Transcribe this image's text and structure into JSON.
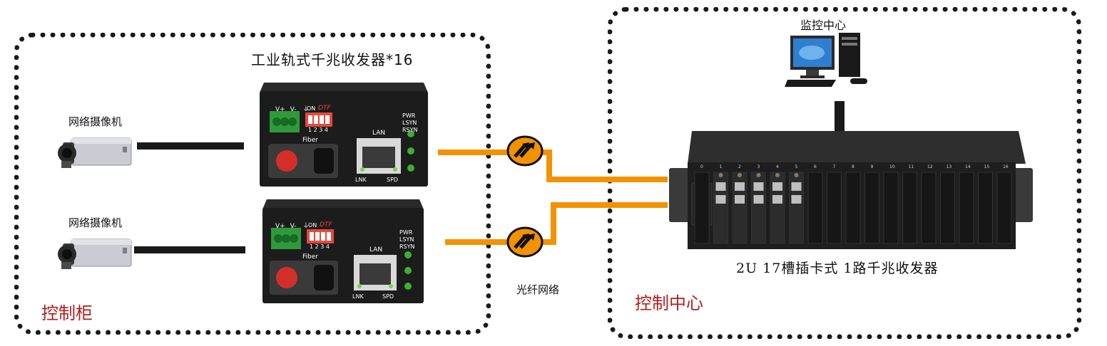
{
  "zones": {
    "left_label": "控制柜",
    "right_label": "控制中心"
  },
  "labels": {
    "transceiver_group": "工业轨式千兆收发器*16",
    "camera_top": "网络摄像机",
    "camera_bottom": "网络摄像机",
    "monitor": "监控中心",
    "chassis": "2U 17槽插卡式 1路千兆收发器",
    "fiber_network": "光纤网络"
  },
  "device_panel": {
    "power_pins": [
      "V+",
      "V-",
      "⏚"
    ],
    "dip_on": "ON",
    "dip_numbers": "1 2 3 4",
    "dip_brand": "DTF",
    "fiber_port": "Fiber",
    "lan_port": "LAN",
    "led_labels": [
      "PWR",
      "LSYN",
      "RSYN"
    ],
    "lnk": "LNK",
    "spd": "SPD"
  },
  "chassis_slots": [
    "0",
    "1",
    "2",
    "3",
    "4",
    "5",
    "6",
    "7",
    "8",
    "9",
    "10",
    "11",
    "12",
    "13",
    "14",
    "15",
    "16"
  ],
  "colors": {
    "fiber": "#f39200",
    "zone_label": "#b01e1e",
    "device_body": "#1c1c1c",
    "terminal_green": "#2e9a3c",
    "dip_red": "#e8483a",
    "connector_red": "#d42e2a"
  },
  "icons": [
    "camera-icon",
    "computer-icon",
    "fiber-network-icon",
    "transceiver-device",
    "rack-chassis"
  ]
}
